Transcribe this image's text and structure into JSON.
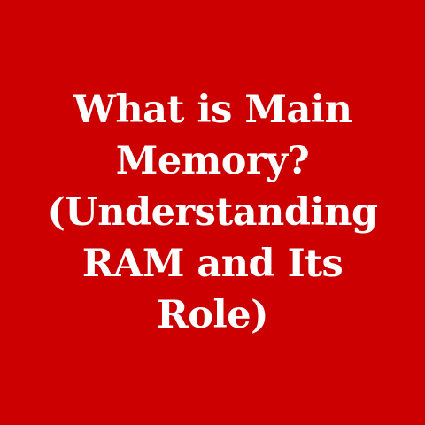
{
  "title": {
    "lines": [
      "What is Main",
      "Memory?",
      "(Understanding",
      "RAM and Its",
      "Role)"
    ]
  },
  "colors": {
    "background": "#cc0000",
    "text": "#ffffff"
  }
}
